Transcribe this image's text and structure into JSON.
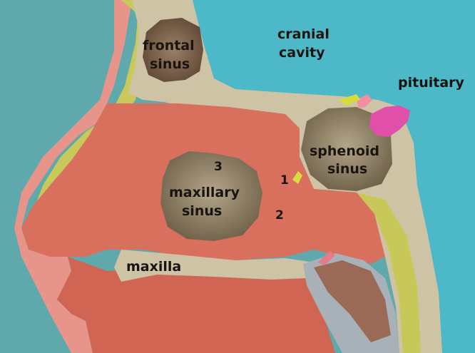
{
  "labels": {
    "frontal_line1": "frontal",
    "frontal_line2": "sinus",
    "cranial_line1": "cranial",
    "cranial_line2": "cavity",
    "pituitary": "pituitary",
    "sphenoid_line1": "sphenoid",
    "sphenoid_line2": "sinus",
    "maxillary_line1": "maxillary",
    "maxillary_line2": "sinus",
    "maxilla": "maxilla"
  },
  "markers": {
    "one": "1",
    "two": "2",
    "three": "3"
  },
  "colors": {
    "background_outside": "#5fa8ac",
    "cranial_cavity": "#4cb8c8",
    "bone": "#cfc3a6",
    "sinus_air": "#9a8c70",
    "soft_tissue": "#d9705e",
    "mucosa_yellow": "#c8c858",
    "pituitary": "#e04fa8"
  }
}
